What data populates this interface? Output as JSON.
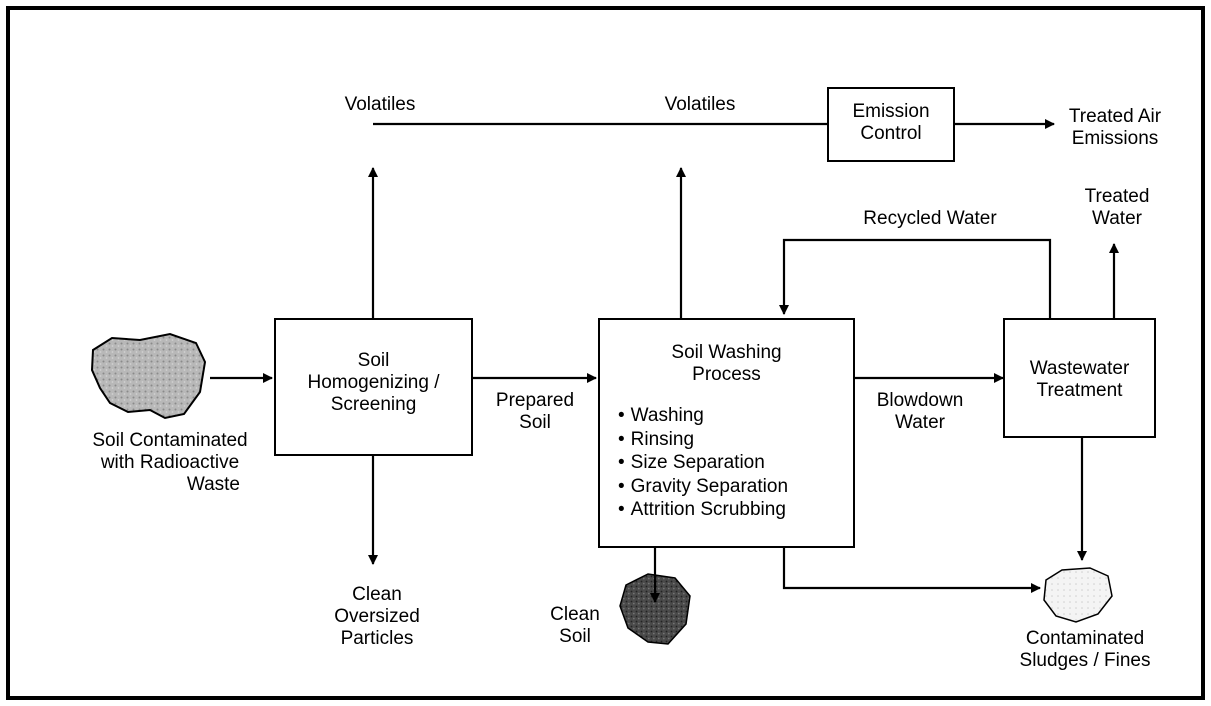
{
  "nodes": {
    "soil_input": {
      "label_line1": "Soil Contaminated",
      "label_line2": "with  Radioactive",
      "label_line3": "Waste"
    },
    "homogenizing": {
      "line1": "Soil",
      "line2": "Homogenizing /",
      "line3": "Screening"
    },
    "soil_washing": {
      "line1": "Soil Washing",
      "line2": "Process",
      "steps": [
        "Washing",
        "Rinsing",
        "Size Separation",
        "Gravity Separation",
        "Attrition Scrubbing"
      ]
    },
    "emission_control": {
      "line1": "Emission",
      "line2": "Control"
    },
    "wastewater": {
      "line1": "Wastewater",
      "line2": "Treatment"
    },
    "clean_oversized": {
      "line1": "Clean",
      "line2": "Oversized",
      "line3": "Particles"
    },
    "clean_soil": {
      "line1": "Clean",
      "line2": "Soil"
    },
    "sludges": {
      "line1": "Contaminated",
      "line2": "Sludges / Fines"
    },
    "treated_air": {
      "line1": "Treated Air",
      "line2": "Emissions"
    },
    "treated_water": {
      "line1": "Treated",
      "line2": "Water"
    }
  },
  "edges": {
    "volatiles_1": "Volatiles",
    "volatiles_2": "Volatiles",
    "prepared_soil": {
      "line1": "Prepared",
      "line2": "Soil"
    },
    "blowdown_water": {
      "line1": "Blowdown",
      "line2": "Water"
    },
    "recycled_water": "Recycled Water"
  }
}
